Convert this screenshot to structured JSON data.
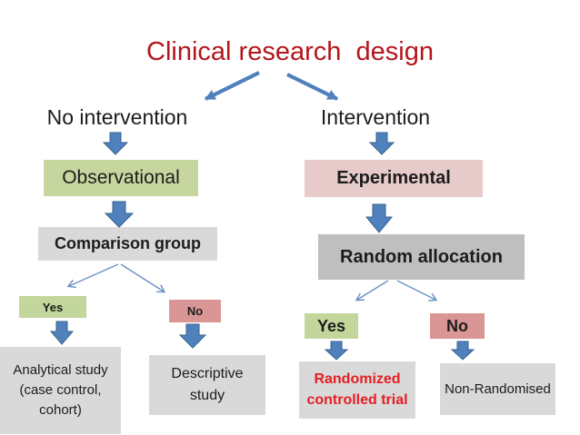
{
  "slide": {
    "title": "Clinical research  design",
    "title_color": "#b3161c"
  },
  "left_branch": {
    "label": "No intervention",
    "category": "Observational",
    "question": "Comparison group",
    "yes": "Yes",
    "no": "No",
    "yes_result": "Analytical study\n(case control,\ncohort)",
    "no_result": "Descriptive\nstudy"
  },
  "right_branch": {
    "label": "Intervention",
    "category": "Experimental",
    "question": "Random allocation",
    "yes": "Yes",
    "no": "No",
    "yes_result": "Randomized\ncontrolled trial",
    "no_result": "Non-Randomised"
  },
  "colors": {
    "green_box": "#c6d69e",
    "green_small_box": "#c3d69b",
    "pink_box": "#e7caca",
    "pink_no_box": "#d99694",
    "gray_box": "#d9d9d9",
    "dark_gray_box": "#bfbfbf",
    "arrow_blue": "#4f81bd",
    "arrow_blue_border": "#3a618e",
    "thin_arrow_blue": "#6d90c4",
    "title_red": "#b3161c",
    "rct_text_red": "#e51d23",
    "body_text": "#1c1c1c"
  }
}
